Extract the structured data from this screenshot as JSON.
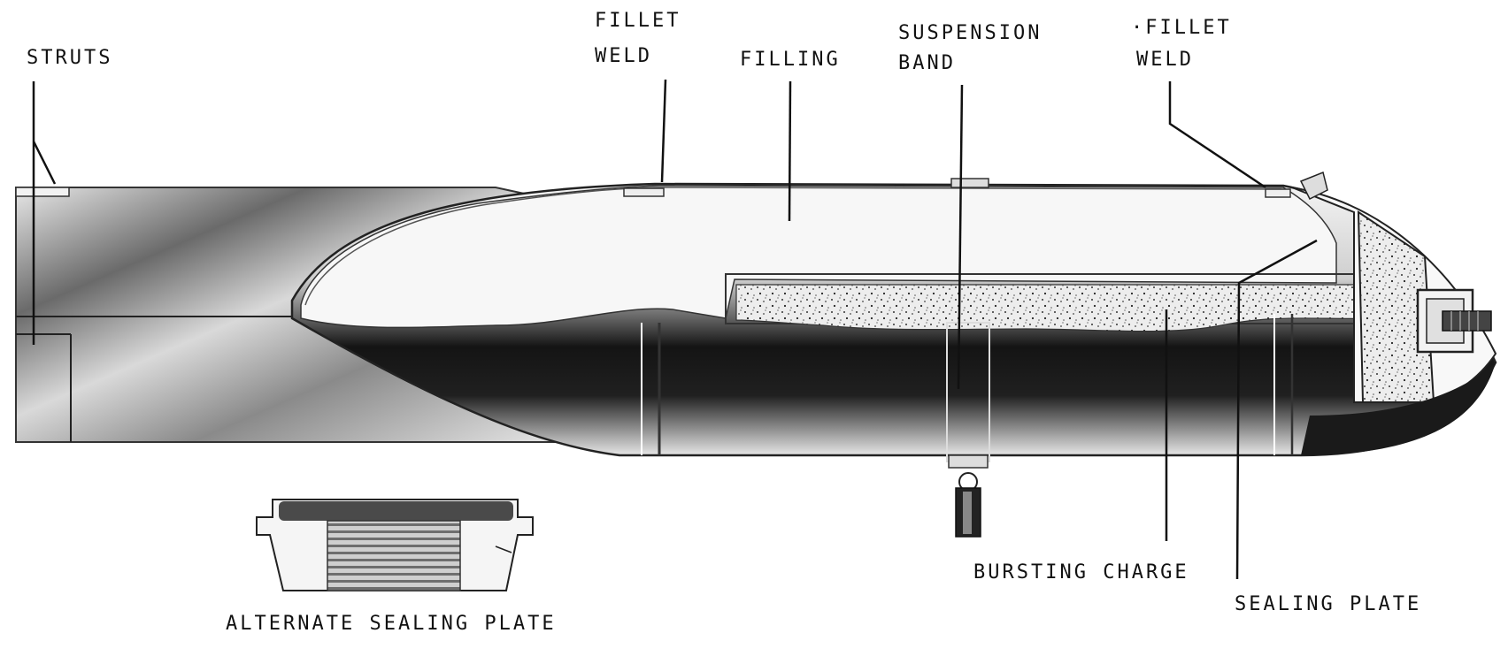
{
  "labels": {
    "struts": "STRUTS",
    "fillet_weld_left_1": "FILLET",
    "fillet_weld_left_2": "WELD",
    "filling": "FILLING",
    "suspension_band_1": "SUSPENSION",
    "suspension_band_2": "BAND",
    "fillet_weld_right_1": "·FILLET",
    "fillet_weld_right_2": "WELD",
    "bursting_charge": "BURSTING CHARGE",
    "sealing_plate": "SEALING PLATE",
    "alternate_sealing_plate": "ALTERNATE SEALING PLATE"
  }
}
